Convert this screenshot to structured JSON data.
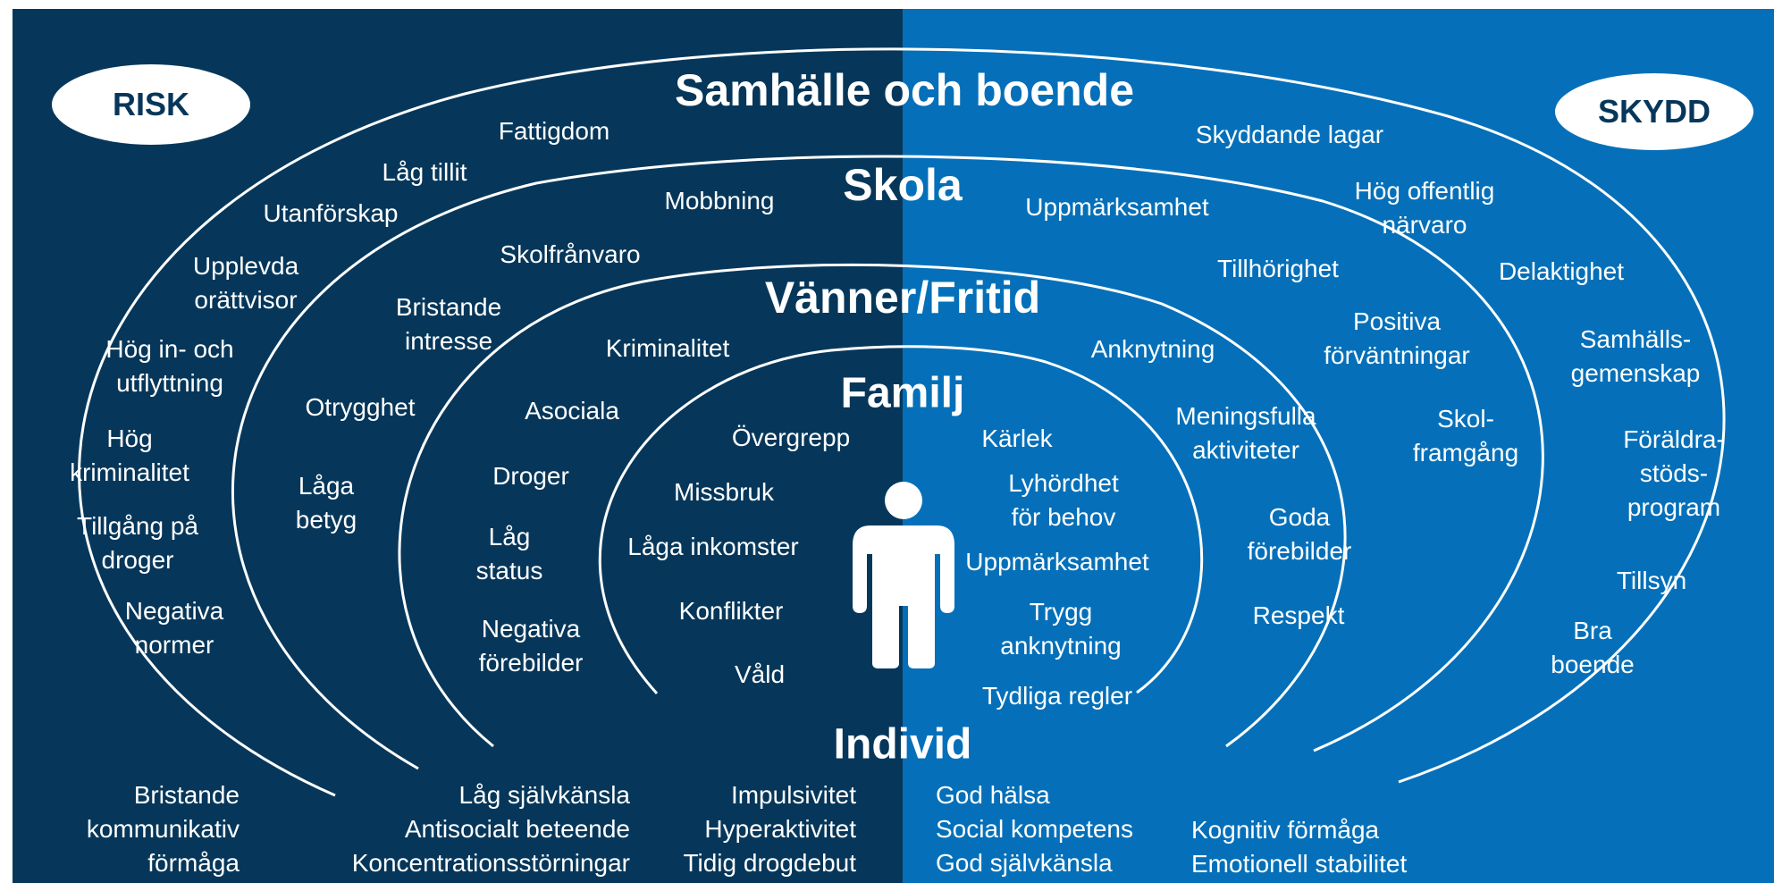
{
  "badges": {
    "risk": "RISK",
    "protect": "SKYDD"
  },
  "layers": {
    "society": "Samhälle och boende",
    "school": "Skola",
    "friends": "Vänner/Fritid",
    "family": "Familj",
    "individual": "Individ"
  },
  "risk": {
    "society": [
      "Fattigdom",
      "Låg tillit",
      "Utanförskap",
      "Upplevda\norättvisor",
      "Hög in- och\nutflyttning",
      "Hög\nkriminalitet",
      "Tillgång på\ndroger",
      "Negativa\nnormer"
    ],
    "school": [
      "Mobbning",
      "Skolfrånvaro",
      "Bristande\nintresse",
      "Otrygghet",
      "Låga\nbetyg"
    ],
    "friends": [
      "Kriminalitet",
      "Asociala",
      "Droger",
      "Låg\nstatus",
      "Negativa\nförebilder"
    ],
    "family": [
      "Övergrepp",
      "Missbruk",
      "Låga inkomster",
      "Konflikter",
      "Våld"
    ],
    "individual": [
      "Bristande\nkommunikativ\nförmåga",
      "Låg självkänsla\nAntisocialt beteende\nKoncentrationsstörningar",
      "Impulsivitet\nHyperaktivitet\nTidig drogdebut"
    ]
  },
  "protect": {
    "society": [
      "Skyddande lagar",
      "Hög offentlig\nnärvaro",
      "Delaktighet",
      "Samhälls-\ngemenskap",
      "Föräldra-\nstöds-\nprogram",
      "Tillsyn",
      "Bra\nboende"
    ],
    "school": [
      "Uppmärksamhet",
      "Tillhörighet",
      "Positiva\nförväntningar",
      "Skol-\nframgång"
    ],
    "friends": [
      "Anknytning",
      "Meningsfulla\naktiviteter",
      "Goda\nförebilder",
      "Respekt"
    ],
    "family": [
      "Kärlek",
      "Lyhördhet\nför behov",
      "Uppmärksamhet",
      "Trygg\nanknytning",
      "Tydliga regler"
    ],
    "individual": [
      "God hälsa\nSocial kompetens\nGod självkänsla",
      "Kognitiv förmåga\nEmotionell stabilitet"
    ]
  },
  "colors": {
    "risk_bg": "#06375a",
    "protect_bg": "#0570b9",
    "text": "#ffffff"
  },
  "icons": {
    "person": "person-icon"
  }
}
